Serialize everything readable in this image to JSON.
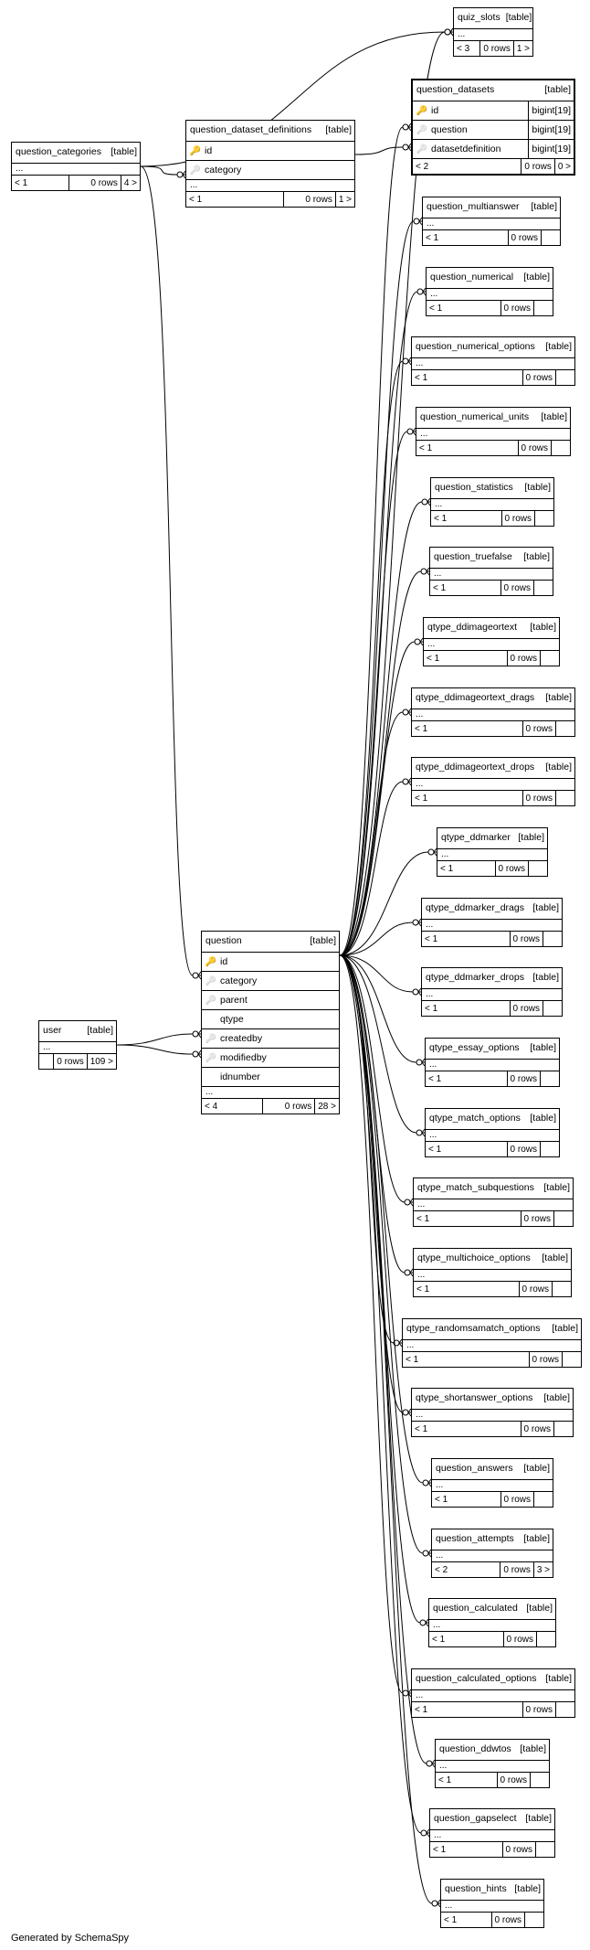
{
  "footer_text": "Generated by SchemaSpy",
  "tables": {
    "quiz_slots": {
      "name": "quiz_slots",
      "tag": "[table]",
      "ellipsis": "...",
      "parents": "< 3",
      "rows": "0 rows",
      "children": "1 >"
    },
    "question_datasets": {
      "name": "question_datasets",
      "tag": "[table]",
      "columns": [
        {
          "name": "id",
          "key": "pk",
          "type": "bigint[19]"
        },
        {
          "name": "question",
          "key": "fk",
          "type": "bigint[19]"
        },
        {
          "name": "datasetdefinition",
          "key": "fk",
          "type": "bigint[19]"
        }
      ],
      "parents": "< 2",
      "rows": "0 rows",
      "children": "0 >"
    },
    "question_categories": {
      "name": "question_categories",
      "tag": "[table]",
      "ellipsis": "...",
      "parents": "< 1",
      "rows": "0 rows",
      "children": "4 >"
    },
    "question_dataset_definitions": {
      "name": "question_dataset_definitions",
      "tag": "[table]",
      "columns": [
        {
          "name": "id",
          "key": "pk"
        },
        {
          "name": "category",
          "key": "fk"
        }
      ],
      "ellipsis": "...",
      "parents": "< 1",
      "rows": "0 rows",
      "children": "1 >"
    },
    "question_multianswer": {
      "name": "question_multianswer",
      "tag": "[table]",
      "ellipsis": "...",
      "parents": "< 1",
      "rows": "0 rows",
      "children": ""
    },
    "question_numerical": {
      "name": "question_numerical",
      "tag": "[table]",
      "ellipsis": "...",
      "parents": "< 1",
      "rows": "0 rows",
      "children": ""
    },
    "question_numerical_options": {
      "name": "question_numerical_options",
      "tag": "[table]",
      "ellipsis": "...",
      "parents": "< 1",
      "rows": "0 rows",
      "children": ""
    },
    "question_numerical_units": {
      "name": "question_numerical_units",
      "tag": "[table]",
      "ellipsis": "...",
      "parents": "< 1",
      "rows": "0 rows",
      "children": ""
    },
    "question_statistics": {
      "name": "question_statistics",
      "tag": "[table]",
      "ellipsis": "...",
      "parents": "< 1",
      "rows": "0 rows",
      "children": ""
    },
    "question_truefalse": {
      "name": "question_truefalse",
      "tag": "[table]",
      "ellipsis": "...",
      "parents": "< 1",
      "rows": "0 rows",
      "children": ""
    },
    "qtype_ddimageortext": {
      "name": "qtype_ddimageortext",
      "tag": "[table]",
      "ellipsis": "...",
      "parents": "< 1",
      "rows": "0 rows",
      "children": ""
    },
    "qtype_ddimageortext_drags": {
      "name": "qtype_ddimageortext_drags",
      "tag": "[table]",
      "ellipsis": "...",
      "parents": "< 1",
      "rows": "0 rows",
      "children": ""
    },
    "qtype_ddimageortext_drops": {
      "name": "qtype_ddimageortext_drops",
      "tag": "[table]",
      "ellipsis": "...",
      "parents": "< 1",
      "rows": "0 rows",
      "children": ""
    },
    "qtype_ddmarker": {
      "name": "qtype_ddmarker",
      "tag": "[table]",
      "ellipsis": "...",
      "parents": "< 1",
      "rows": "0 rows",
      "children": ""
    },
    "qtype_ddmarker_drags": {
      "name": "qtype_ddmarker_drags",
      "tag": "[table]",
      "ellipsis": "...",
      "parents": "< 1",
      "rows": "0 rows",
      "children": ""
    },
    "qtype_ddmarker_drops": {
      "name": "qtype_ddmarker_drops",
      "tag": "[table]",
      "ellipsis": "...",
      "parents": "< 1",
      "rows": "0 rows",
      "children": ""
    },
    "qtype_essay_options": {
      "name": "qtype_essay_options",
      "tag": "[table]",
      "ellipsis": "...",
      "parents": "< 1",
      "rows": "0 rows",
      "children": ""
    },
    "qtype_match_options": {
      "name": "qtype_match_options",
      "tag": "[table]",
      "ellipsis": "...",
      "parents": "< 1",
      "rows": "0 rows",
      "children": ""
    },
    "qtype_match_subquestions": {
      "name": "qtype_match_subquestions",
      "tag": "[table]",
      "ellipsis": "...",
      "parents": "< 1",
      "rows": "0 rows",
      "children": ""
    },
    "qtype_multichoice_options": {
      "name": "qtype_multichoice_options",
      "tag": "[table]",
      "ellipsis": "...",
      "parents": "< 1",
      "rows": "0 rows",
      "children": ""
    },
    "qtype_randomsamatch_options": {
      "name": "qtype_randomsamatch_options",
      "tag": "[table]",
      "ellipsis": "...",
      "parents": "< 1",
      "rows": "0 rows",
      "children": ""
    },
    "qtype_shortanswer_options": {
      "name": "qtype_shortanswer_options",
      "tag": "[table]",
      "ellipsis": "...",
      "parents": "< 1",
      "rows": "0 rows",
      "children": ""
    },
    "question_answers": {
      "name": "question_answers",
      "tag": "[table]",
      "ellipsis": "...",
      "parents": "< 1",
      "rows": "0 rows",
      "children": ""
    },
    "question_attempts": {
      "name": "question_attempts",
      "tag": "[table]",
      "ellipsis": "...",
      "parents": "< 2",
      "rows": "0 rows",
      "children": "3 >"
    },
    "question_calculated": {
      "name": "question_calculated",
      "tag": "[table]",
      "ellipsis": "...",
      "parents": "< 1",
      "rows": "0 rows",
      "children": ""
    },
    "question_calculated_options": {
      "name": "question_calculated_options",
      "tag": "[table]",
      "ellipsis": "...",
      "parents": "< 1",
      "rows": "0 rows",
      "children": ""
    },
    "question_ddwtos": {
      "name": "question_ddwtos",
      "tag": "[table]",
      "ellipsis": "...",
      "parents": "< 1",
      "rows": "0 rows",
      "children": ""
    },
    "question_gapselect": {
      "name": "question_gapselect",
      "tag": "[table]",
      "ellipsis": "...",
      "parents": "< 1",
      "rows": "0 rows",
      "children": ""
    },
    "question_hints": {
      "name": "question_hints",
      "tag": "[table]",
      "ellipsis": "...",
      "parents": "< 1",
      "rows": "0 rows",
      "children": ""
    },
    "question": {
      "name": "question",
      "tag": "[table]",
      "columns": [
        {
          "name": "id",
          "key": "pk"
        },
        {
          "name": "category",
          "key": "fk"
        },
        {
          "name": "parent",
          "key": "fk"
        },
        {
          "name": "qtype",
          "key": ""
        },
        {
          "name": "createdby",
          "key": "fk"
        },
        {
          "name": "modifiedby",
          "key": "fk"
        },
        {
          "name": "idnumber",
          "key": ""
        }
      ],
      "ellipsis": "...",
      "parents": "< 4",
      "rows": "0 rows",
      "children": "28 >"
    },
    "user": {
      "name": "user",
      "tag": "[table]",
      "ellipsis": "...",
      "parents": "",
      "rows": "0 rows",
      "children": "109 >"
    }
  }
}
